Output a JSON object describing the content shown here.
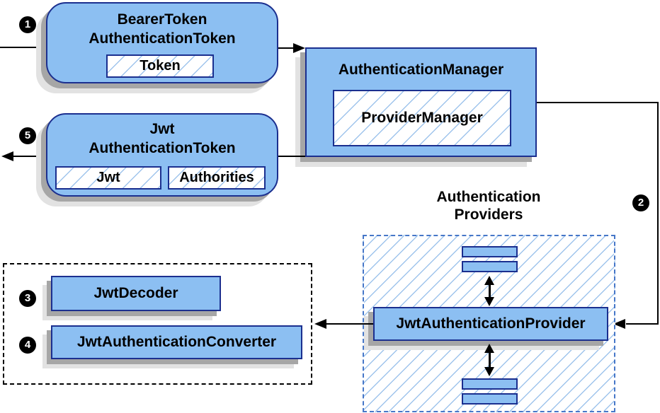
{
  "colors": {
    "node_fill": "#8CBFF2",
    "node_border": "#1B2F8F",
    "hatch_line": "#9FC4EC",
    "providers_dash_border": "#4677C8",
    "decoder_dash_border": "#000000",
    "shadow_dark": "#A6A6A6",
    "shadow_light": "#E2E2E2",
    "arrow": "#000000",
    "step_badge_bg": "#000000",
    "step_badge_text": "#FFFFFF"
  },
  "nodes": {
    "bearer_token": {
      "title_line1": "BearerToken",
      "title_line2": "AuthenticationToken",
      "field": "Token"
    },
    "jwt_token": {
      "title_line1": "Jwt",
      "title_line2": "AuthenticationToken",
      "field1": "Jwt",
      "field2": "Authorities"
    },
    "auth_manager": {
      "title": "AuthenticationManager",
      "inner": "ProviderManager"
    },
    "providers_group": {
      "label_line1": "Authentication",
      "label_line2": "Providers",
      "provider": "JwtAuthenticationProvider"
    },
    "decoder_group": {
      "decoder": "JwtDecoder",
      "converter": "JwtAuthenticationConverter"
    }
  },
  "steps": {
    "s1": "1",
    "s2": "2",
    "s3": "3",
    "s4": "4",
    "s5": "5"
  }
}
